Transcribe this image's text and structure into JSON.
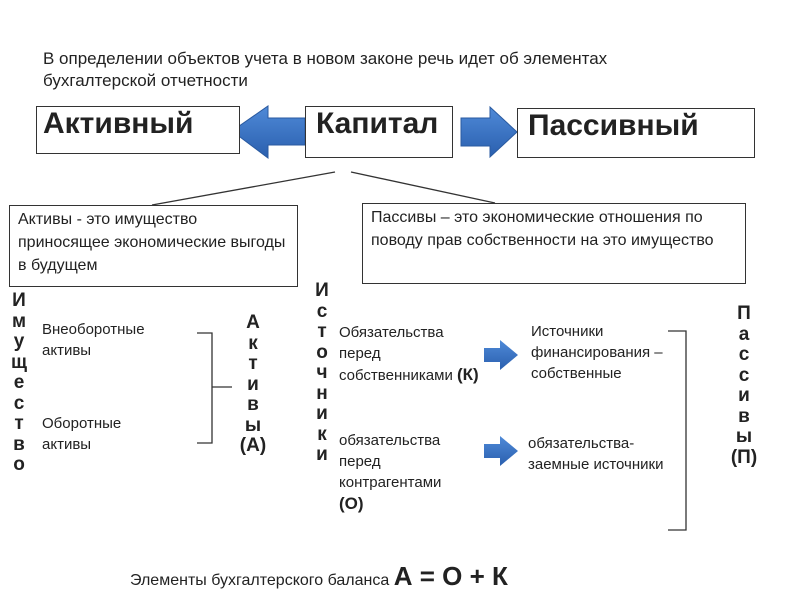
{
  "intro": "В определении объектов учета в новом законе речь идет об элементах бухгалтерской отчетности",
  "top_boxes": {
    "active": "Активный",
    "capital": "Капитал",
    "passive": "Пассивный"
  },
  "definitions": {
    "assets": "Активы - это имущество приносящее экономические выгоды в будущем",
    "liabilities": "Пассивы – это экономические отношения по поводу прав собственности на это имущество"
  },
  "vertical_labels": {
    "property": "Имущество",
    "assets_a": "Активы (А)",
    "sources": "Источники",
    "liabilities_p": "Пассивы (П)"
  },
  "asset_items": {
    "noncurrent": "Внеоборотные активы",
    "current": "Оборотные активы"
  },
  "obligations": {
    "to_owners_text": "Обязательства перед собственниками",
    "to_owners_symbol": "(К)",
    "to_counterparties_text": "обязательства перед контрагентами",
    "to_counterparties_symbol": "(О)"
  },
  "funding_sources": {
    "own": "Источники финансирования – собственные",
    "borrowed": "обязательства-заемные источники"
  },
  "formula": {
    "prefix": "Элементы бухгалтерского баланса",
    "equation": "А = О + К"
  },
  "colors": {
    "arrow_fill": "#2f6cc0",
    "border": "#333333"
  }
}
